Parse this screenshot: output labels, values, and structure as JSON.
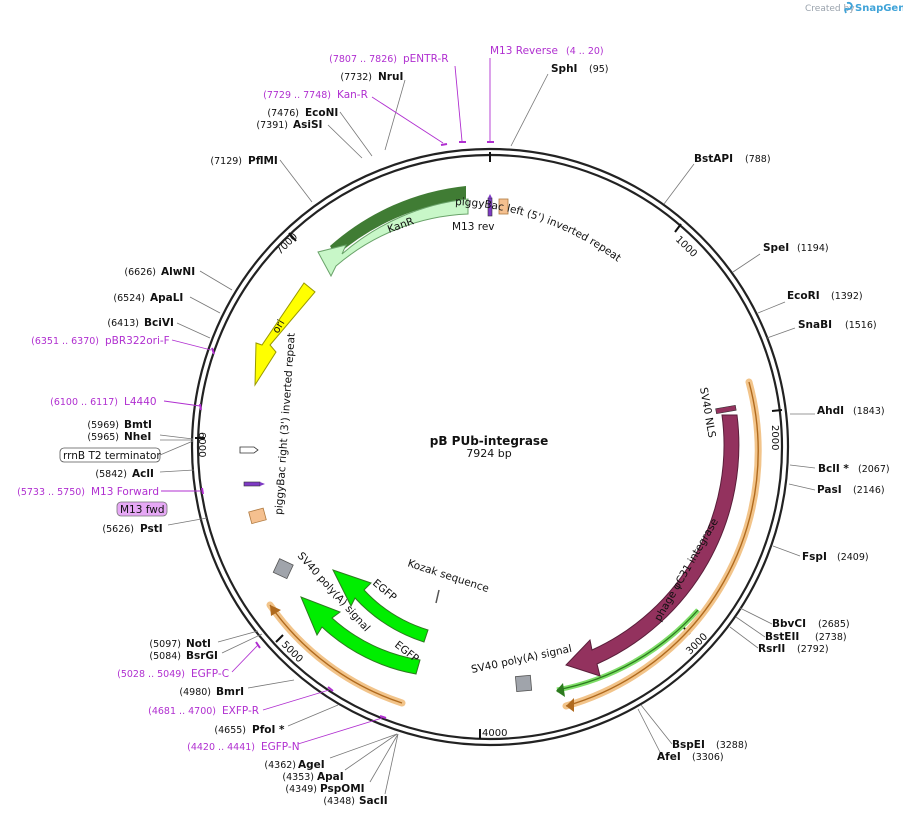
{
  "watermark": {
    "created_by": "Created by",
    "brand": "SnapGene"
  },
  "plasmid": {
    "name": "pB PUb-integrase",
    "length": "7924 bp"
  },
  "ticks": [
    "1000",
    "2000",
    "3000",
    "4000",
    "5000",
    "6000",
    "7000"
  ],
  "enzymes": {
    "SphI": {
      "name": "SphI",
      "pos": "(95)"
    },
    "BstAPI": {
      "name": "BstAPI",
      "pos": "(788)"
    },
    "SpeI": {
      "name": "SpeI",
      "pos": "(1194)"
    },
    "EcoRI": {
      "name": "EcoRI",
      "pos": "(1392)"
    },
    "SnaBI": {
      "name": "SnaBI",
      "pos": "(1516)"
    },
    "AhdI": {
      "name": "AhdI",
      "pos": "(1843)"
    },
    "BclI": {
      "name": "BclI *",
      "pos": "(2067)"
    },
    "PasI": {
      "name": "PasI",
      "pos": "(2146)"
    },
    "FspI": {
      "name": "FspI",
      "pos": "(2409)"
    },
    "BbvCI": {
      "name": "BbvCI",
      "pos": "(2685)"
    },
    "BstEII": {
      "name": "BstEII",
      "pos": "(2738)"
    },
    "RsrII": {
      "name": "RsrII",
      "pos": "(2792)"
    },
    "BspEI": {
      "name": "BspEI",
      "pos": "(3288)"
    },
    "AfeI": {
      "name": "AfeI",
      "pos": "(3306)"
    },
    "SacII": {
      "name": "SacII",
      "pos": "(4348)"
    },
    "PspOMI": {
      "name": "PspOMI",
      "pos": "(4349)"
    },
    "ApaI": {
      "name": "ApaI",
      "pos": "(4353)"
    },
    "AgeI": {
      "name": "AgeI",
      "pos": "(4362)"
    },
    "PfoI": {
      "name": "PfoI *",
      "pos": "(4655)"
    },
    "BmrI": {
      "name": "BmrI",
      "pos": "(4980)"
    },
    "BsrGI": {
      "name": "BsrGI",
      "pos": "(5084)"
    },
    "NotI": {
      "name": "NotI",
      "pos": "(5097)"
    },
    "PstI": {
      "name": "PstI",
      "pos": "(5626)"
    },
    "AclI": {
      "name": "AclI",
      "pos": "(5842)"
    },
    "NheI": {
      "name": "NheI",
      "pos": "(5965)"
    },
    "BmtI": {
      "name": "BmtI",
      "pos": "(5969)"
    },
    "BciVI": {
      "name": "BciVI",
      "pos": "(6413)"
    },
    "ApaLI": {
      "name": "ApaLI",
      "pos": "(6524)"
    },
    "AlwNI": {
      "name": "AlwNI",
      "pos": "(6626)"
    },
    "PflMI": {
      "name": "PflMI",
      "pos": "(7129)"
    },
    "AsiSI": {
      "name": "AsiSI",
      "pos": "(7391)"
    },
    "EcoNI": {
      "name": "EcoNI",
      "pos": "(7476)"
    },
    "NruI": {
      "name": "NruI",
      "pos": "(7732)"
    }
  },
  "primers": {
    "M13Reverse": {
      "name": "M13 Reverse",
      "pos": "(4 .. 20)"
    },
    "pENTRR": {
      "name": "pENTR-R",
      "pos": "(7807 .. 7826)"
    },
    "KanR": {
      "name": "Kan-R",
      "pos": "(7729 .. 7748)"
    },
    "pBR322": {
      "name": "pBR322ori-F",
      "pos": "(6351 .. 6370)"
    },
    "L4440": {
      "name": "L4440",
      "pos": "(6100 .. 6117)"
    },
    "M13Forward": {
      "name": "M13 Forward",
      "pos": "(5733 .. 5750)"
    },
    "EGFPC": {
      "name": "EGFP-C",
      "pos": "(5028 .. 5049)"
    },
    "EXFPR": {
      "name": "EXFP-R",
      "pos": "(4681 .. 4700)"
    },
    "EGFPN": {
      "name": "EGFP-N",
      "pos": "(4420 .. 4441)"
    }
  },
  "boxed_labels": {
    "rrnB": "rrnB T2 terminator",
    "m13fwd": "M13 fwd"
  },
  "features": {
    "kanr": "KanR",
    "ori": "ori",
    "m13rev": "M13 rev",
    "pbl": "piggyBac left (5') inverted repeat",
    "pbr": "piggyBac right (3') inverted repeat",
    "sv40nls": "SV40 NLS",
    "integrase": "phage φC31 integrase",
    "sv40pa_right": "SV40 poly(A) signal",
    "sv40pa_left": "SV40 poly(A) signal",
    "egfp1": "EGFP",
    "egfp2": "EGFP",
    "kozak": "Kozak sequence"
  },
  "colors": {
    "kanr": "#c8f7c8",
    "ori": "#ffff00",
    "integrase": "#93325e",
    "egfp": "#00ee00",
    "primer": "#b02fd0",
    "orange": "#f2c48a",
    "gray": "#a0a4ab"
  }
}
